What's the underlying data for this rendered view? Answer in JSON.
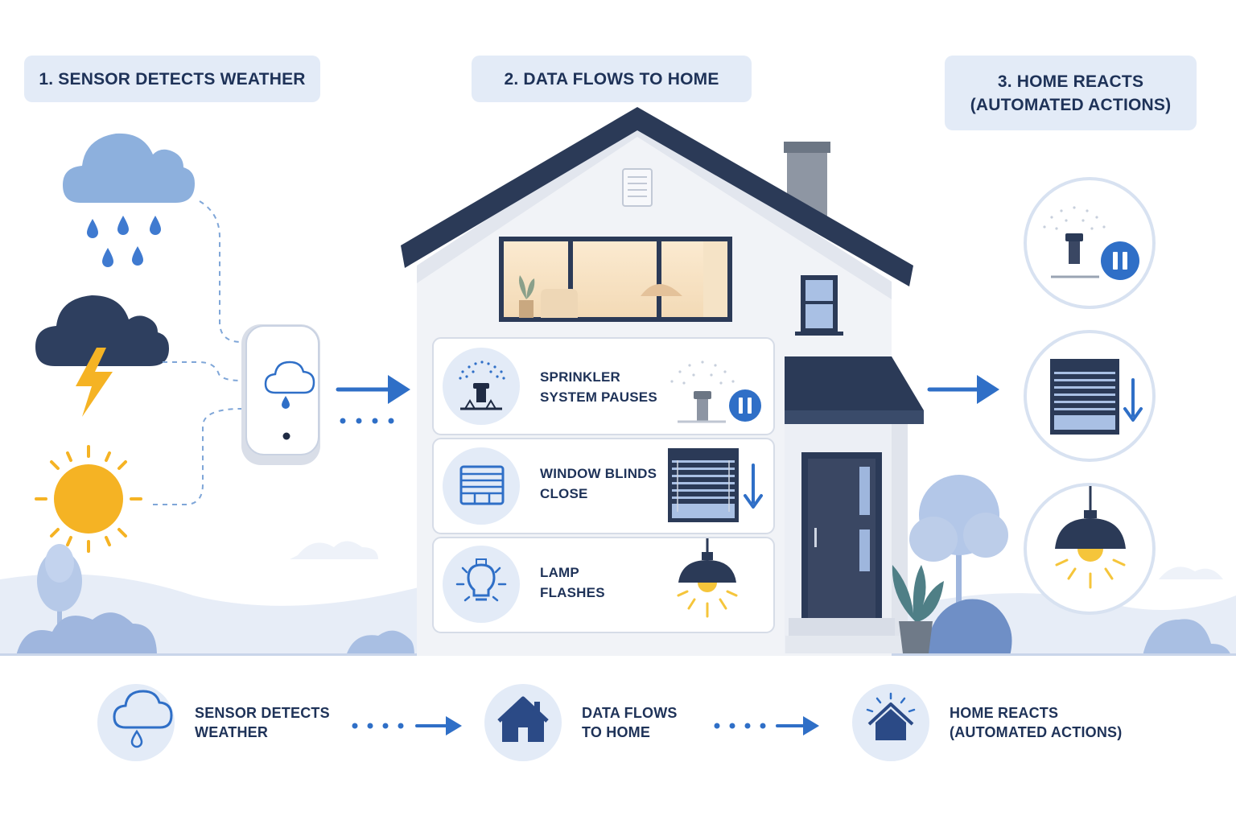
{
  "steps": [
    {
      "title": "1. SENSOR DETECTS WEATHER"
    },
    {
      "title": "2. DATA FLOWS TO HOME"
    },
    {
      "title_line1": "3. HOME REACTS",
      "title_line2": "(AUTOMATED ACTIONS)"
    }
  ],
  "actions": [
    {
      "line1": "SPRINKLER",
      "line2": "SYSTEM PAUSES",
      "icon": "sprinkler-icon",
      "state_icon": "pause-icon"
    },
    {
      "line1": "WINDOW BLINDS",
      "line2": "CLOSE",
      "icon": "blinds-icon",
      "state_icon": "down-arrow-icon"
    },
    {
      "line1": "LAMP",
      "line2": "FLASHES",
      "icon": "light-bulb-icon",
      "state_icon": "hanging-lamp-icon"
    }
  ],
  "summary": [
    {
      "line1": "SENSOR DETECTS",
      "line2": "WEATHER",
      "icon": "cloud-rain-icon"
    },
    {
      "line1": "DATA FLOWS",
      "line2": "TO HOME",
      "icon": "home-icon"
    },
    {
      "line1": "HOME REACTS",
      "line2": "(AUTOMATED ACTIONS)",
      "icon": "smart-home-icon"
    }
  ],
  "weather_icons": [
    "rain-cloud-icon",
    "storm-cloud-icon",
    "sun-icon"
  ],
  "colors": {
    "navy": "#2a3b5c",
    "accent_blue": "#2f6fc7",
    "pill_bg": "#e3ebf7",
    "light_blue": "#7fa6d8",
    "sun": "#f5b324"
  }
}
